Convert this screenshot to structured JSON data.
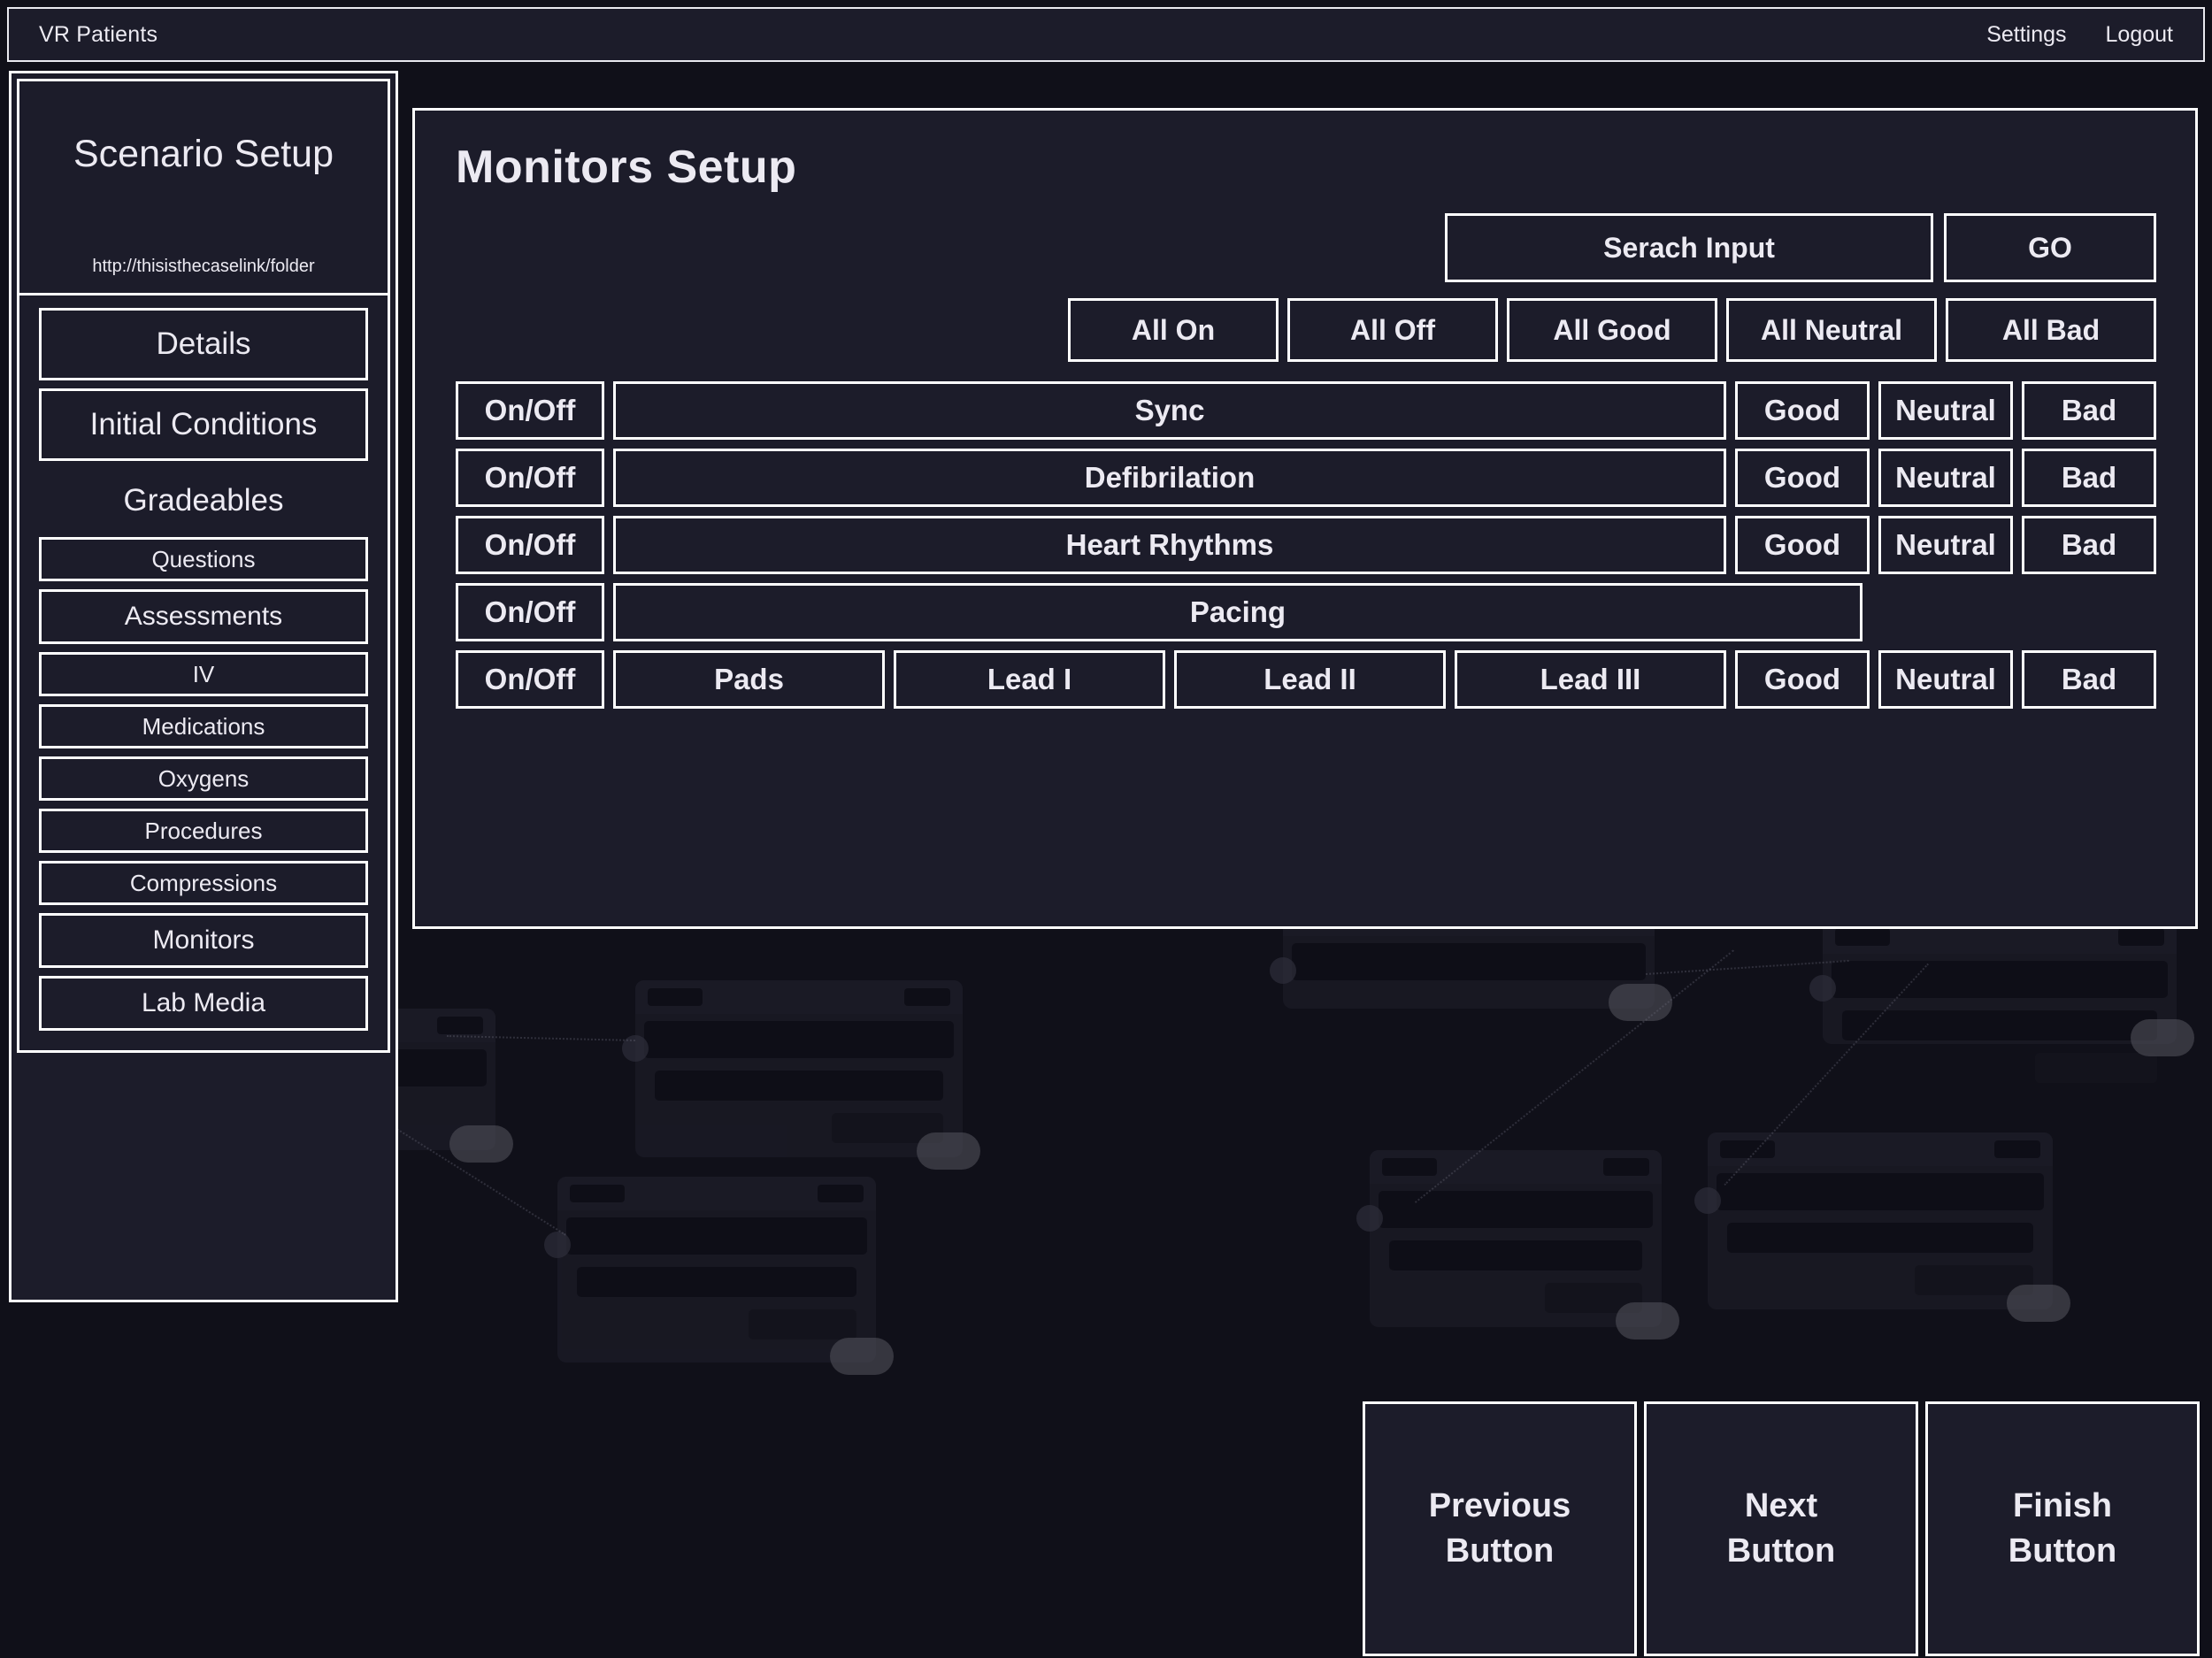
{
  "header": {
    "brand": "VR Patients",
    "nav": [
      {
        "label": "Settings",
        "name": "settings"
      },
      {
        "label": "Logout",
        "name": "logout"
      }
    ]
  },
  "sidebar": {
    "scenario_title": "Scenario Setup",
    "scenario_link": "http://thisisthecaselink/folder",
    "top_items": [
      {
        "label": "Details",
        "size": "big"
      },
      {
        "label": "Initial Conditions",
        "size": "big"
      }
    ],
    "section_heading": "Gradeables",
    "items": [
      {
        "label": "Questions",
        "size": "small"
      },
      {
        "label": "Assessments",
        "size": "mid"
      },
      {
        "label": "IV",
        "size": "small"
      },
      {
        "label": "Medications",
        "size": "small"
      },
      {
        "label": "Oxygens",
        "size": "small"
      },
      {
        "label": "Procedures",
        "size": "small"
      },
      {
        "label": "Compressions",
        "size": "small"
      },
      {
        "label": "Monitors",
        "size": "mid"
      },
      {
        "label": "Lab Media",
        "size": "mid"
      }
    ]
  },
  "main": {
    "title": "Monitors Setup",
    "search": {
      "placeholder": "Serach Input",
      "value": "",
      "go_label": "GO"
    },
    "bulk_actions": [
      {
        "label": "All On"
      },
      {
        "label": "All Off"
      },
      {
        "label": "All Good"
      },
      {
        "label": "All Neutral"
      },
      {
        "label": "All Bad"
      }
    ],
    "rate_labels": {
      "good": "Good",
      "neutral": "Neutral",
      "bad": "Bad"
    },
    "onoff_label": "On/Off",
    "rows": [
      {
        "name": "Sync",
        "has_rates": true,
        "leads": []
      },
      {
        "name": "Defibrilation",
        "has_rates": true,
        "leads": []
      },
      {
        "name": "Heart Rhythms",
        "has_rates": true,
        "leads": []
      },
      {
        "name": "Pacing",
        "has_rates": false,
        "leads": []
      },
      {
        "name": "",
        "has_rates": true,
        "leads": [
          "Pads",
          "Lead I",
          "Lead II",
          "Lead III"
        ]
      }
    ]
  },
  "bottom_nav": [
    {
      "line1": "Previous",
      "line2": "Button",
      "name": "previous"
    },
    {
      "line1": "Next",
      "line2": "Button",
      "name": "next"
    },
    {
      "line1": "Finish",
      "line2": "Button",
      "name": "finish"
    }
  ],
  "colors": {
    "page_bg": "#101019",
    "panel_bg": "#1c1c2a",
    "border": "#ffffff",
    "text": "#eceaf2"
  }
}
